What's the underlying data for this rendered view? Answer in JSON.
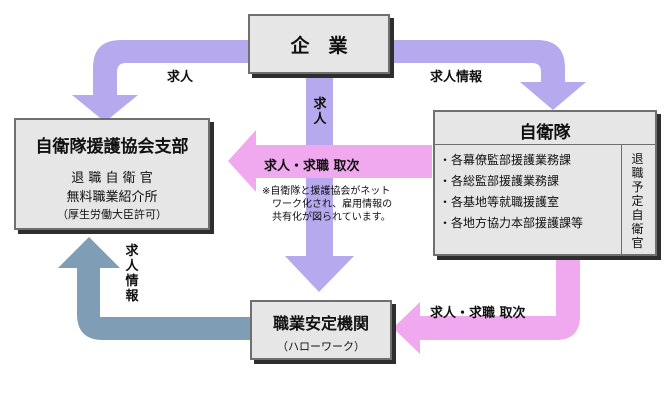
{
  "company": {
    "title": "企　業"
  },
  "sdf": {
    "title": "自衛隊",
    "units": [
      "・各幕僚監部援護業務課",
      "・各総監部援護業務課",
      "・各基地等就職援護室",
      "・各地方協力本部援護課等"
    ],
    "side_label": "退職予定自衛官"
  },
  "assoc": {
    "title": "自衛隊援護協会支部",
    "line1": "退 職 自 衛 官",
    "line2": "無料職業紹介所",
    "line3": "（厚生労働大臣許可）"
  },
  "agency": {
    "title": "職業安定機関",
    "subtitle": "（ハローワーク）"
  },
  "flows": {
    "company_to_assoc": "求人",
    "company_to_sdf": "求人情報",
    "company_down": "求人",
    "sdf_to_assoc": "求人・求職 取次",
    "sdf_to_agency": "求人・求職 取次",
    "agency_to_assoc": "求人情報"
  },
  "note": "※自衛隊と援護協会がネット\n　ワーク化され、雇用情報の\n　共有化が図られています。",
  "colors": {
    "purple": "#b7a9ee",
    "pink": "#f0a9ee",
    "steel": "#7f9db4",
    "box_fill": "#e6e6e6",
    "box_border": "#6f6f6f"
  }
}
